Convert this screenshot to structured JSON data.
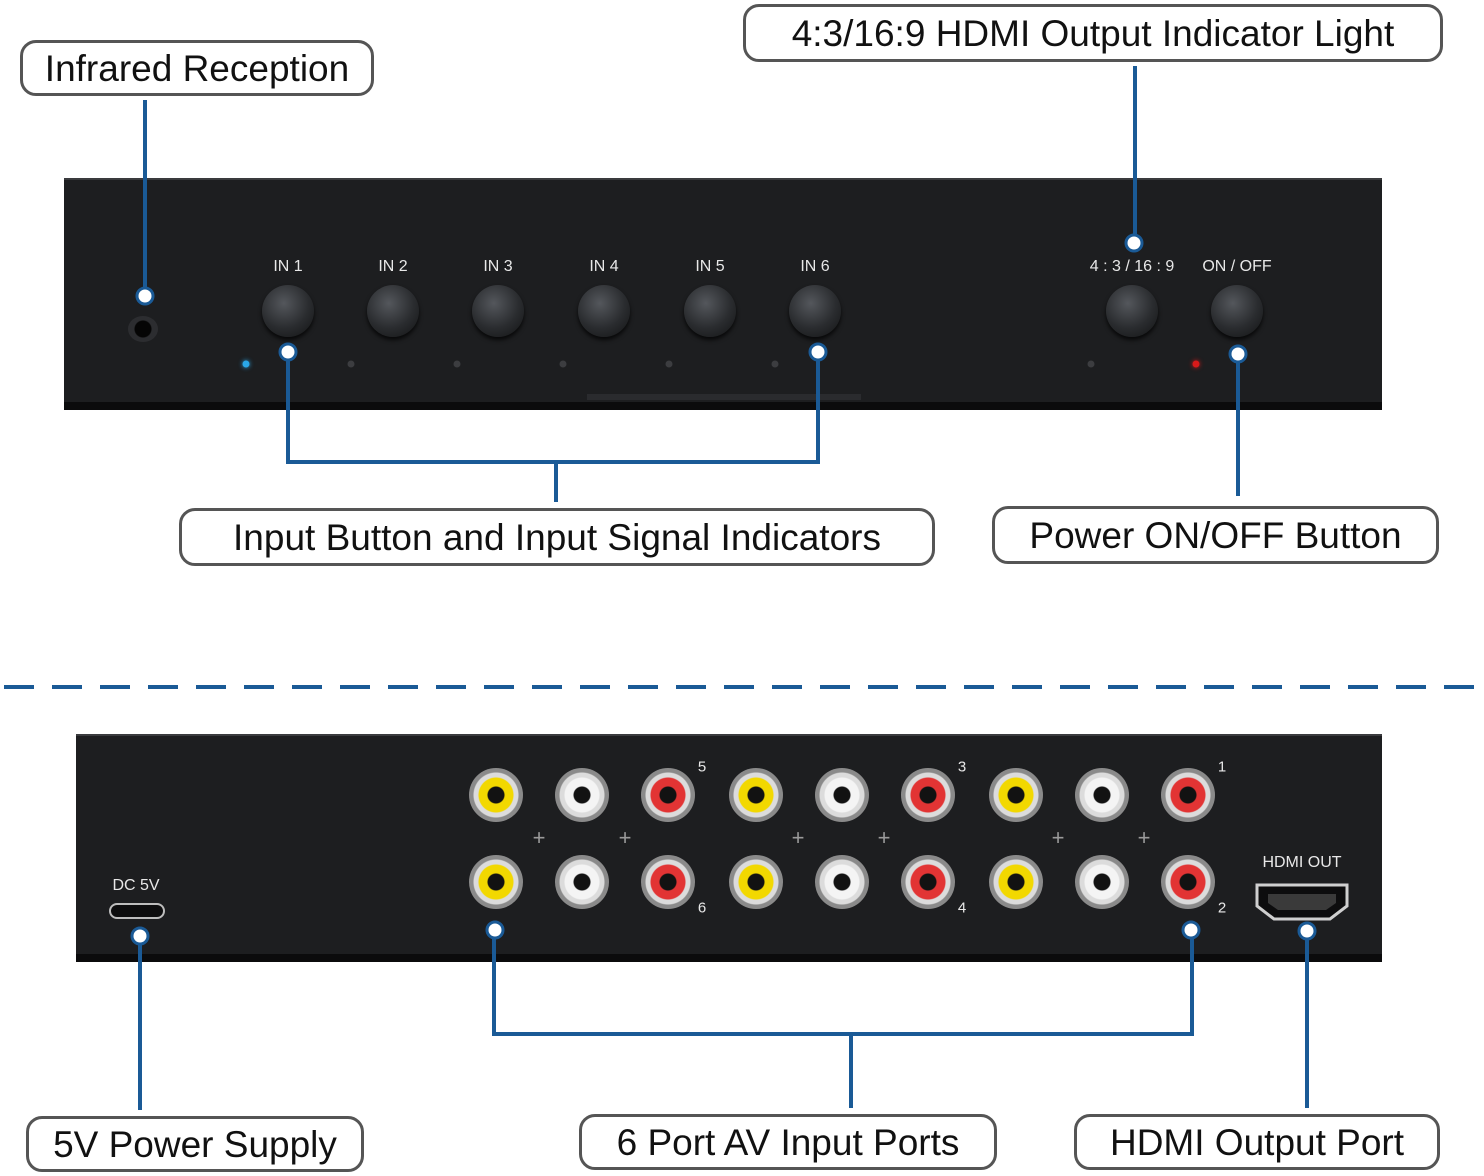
{
  "labels": {
    "infrared": "Infrared Reception",
    "aspect_light": "4:3/16:9 HDMI Output Indicator Light",
    "input_buttons": "Input Button and Input Signal Indicators",
    "power_button": "Power ON/OFF Button",
    "power_supply": "5V Power Supply",
    "av_inputs": "6 Port AV Input Ports",
    "hdmi_output": "HDMI Output Port"
  },
  "front_panel": {
    "inputs": [
      "IN 1",
      "IN 2",
      "IN 3",
      "IN 4",
      "IN 5",
      "IN 6"
    ],
    "aspect_button": "4 : 3 / 16 : 9",
    "power_button": "ON / OFF"
  },
  "rear_panel": {
    "dc_label": "DC 5V",
    "hdmi_label": "HDMI OUT",
    "port_numbers": [
      "1",
      "2",
      "3",
      "4",
      "5",
      "6"
    ]
  },
  "colors": {
    "connector_line": "#1a5a96",
    "video_yellow": "#f2d800",
    "audio_white": "#f4f4f4",
    "audio_red": "#e23434",
    "input_led_active": "#2aa8e8",
    "power_led": "#d81a1a"
  }
}
